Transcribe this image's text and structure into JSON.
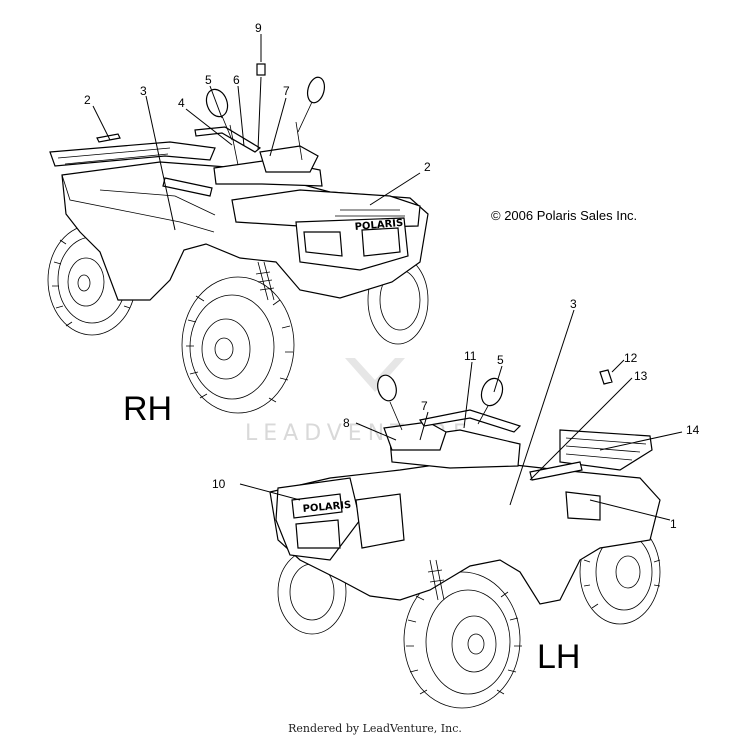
{
  "copyright": "© 2006 Polaris Sales Inc.",
  "side_labels": {
    "rh": "RH",
    "lh": "LH"
  },
  "watermark_text": "LEADVENTURE",
  "footer_text": "Rendered by LeadVenture, Inc.",
  "decal_text": "POLARIS",
  "callouts": {
    "rh": {
      "c2a": "2",
      "c3": "3",
      "c4": "4",
      "c5": "5",
      "c6": "6",
      "c7": "7",
      "c9": "9",
      "c2b": "2"
    },
    "lh": {
      "c3": "3",
      "c11": "11",
      "c5": "5",
      "c12": "12",
      "c13": "13",
      "c7": "7",
      "c8": "8",
      "c14": "14",
      "c10": "10",
      "c1": "1"
    }
  },
  "colors": {
    "line": "#000000",
    "watermark": "#d9d9d9"
  }
}
